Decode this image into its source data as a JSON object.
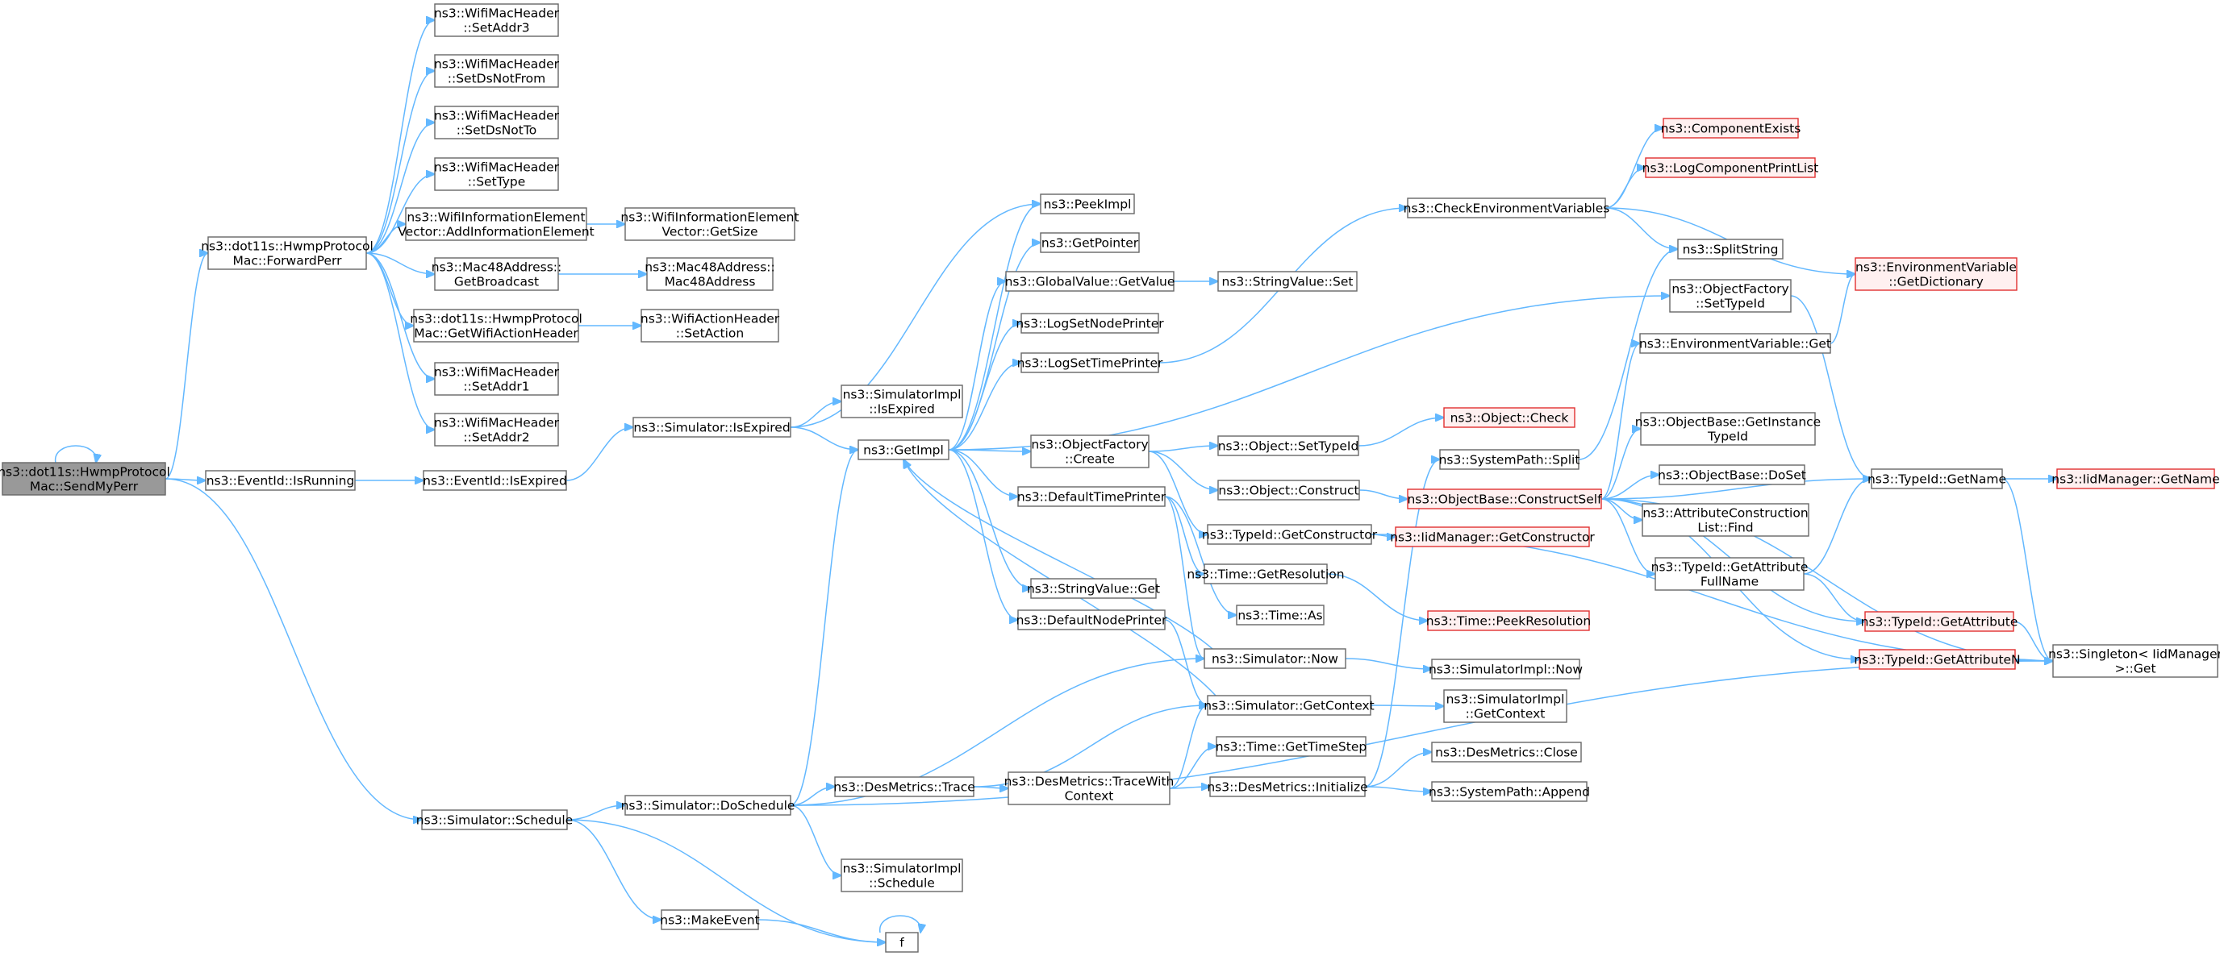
{
  "colors": {
    "edge": "#63b8ff",
    "node_border": "#666666",
    "truncated_border": "#e03030",
    "truncated_fill": "#fff0f0",
    "root_fill": "#999999"
  },
  "nodes": [
    {
      "id": "sendMyPerr",
      "lines": [
        "ns3::dot11s::HwmpProtocol",
        "Mac::SendMyPerr"
      ],
      "style": "root"
    },
    {
      "id": "forwardPerr",
      "lines": [
        "ns3::dot11s::HwmpProtocol",
        "Mac::ForwardPerr"
      ]
    },
    {
      "id": "setAddr3",
      "lines": [
        "ns3::WifiMacHeader",
        "::SetAddr3"
      ]
    },
    {
      "id": "setDsNotFrom",
      "lines": [
        "ns3::WifiMacHeader",
        "::SetDsNotFrom"
      ]
    },
    {
      "id": "setDsNotTo",
      "lines": [
        "ns3::WifiMacHeader",
        "::SetDsNotTo"
      ]
    },
    {
      "id": "setType",
      "lines": [
        "ns3::WifiMacHeader",
        "::SetType"
      ]
    },
    {
      "id": "addInfoElem",
      "lines": [
        "ns3::WifiInformationElement",
        "Vector::AddInformationElement"
      ]
    },
    {
      "id": "getSize",
      "lines": [
        "ns3::WifiInformationElement",
        "Vector::GetSize"
      ]
    },
    {
      "id": "getBroadcast",
      "lines": [
        "ns3::Mac48Address::",
        "GetBroadcast"
      ]
    },
    {
      "id": "mac48ctor",
      "lines": [
        "ns3::Mac48Address::",
        "Mac48Address"
      ]
    },
    {
      "id": "getWifiActionHeader",
      "lines": [
        "ns3::dot11s::HwmpProtocol",
        "Mac::GetWifiActionHeader"
      ]
    },
    {
      "id": "setAction",
      "lines": [
        "ns3::WifiActionHeader",
        "::SetAction"
      ]
    },
    {
      "id": "setAddr1",
      "lines": [
        "ns3::WifiMacHeader",
        "::SetAddr1"
      ]
    },
    {
      "id": "setAddr2",
      "lines": [
        "ns3::WifiMacHeader",
        "::SetAddr2"
      ]
    },
    {
      "id": "eventIsRunning",
      "lines": [
        "ns3::EventId::IsRunning"
      ]
    },
    {
      "id": "eventIsExpired",
      "lines": [
        "ns3::EventId::IsExpired"
      ]
    },
    {
      "id": "simIsExpired",
      "lines": [
        "ns3::Simulator::IsExpired"
      ]
    },
    {
      "id": "simImplIsExpired",
      "lines": [
        "ns3::SimulatorImpl",
        "::IsExpired"
      ]
    },
    {
      "id": "getImpl",
      "lines": [
        "ns3::GetImpl"
      ]
    },
    {
      "id": "peekImpl",
      "lines": [
        "ns3::PeekImpl"
      ]
    },
    {
      "id": "getPointer",
      "lines": [
        "ns3::GetPointer"
      ]
    },
    {
      "id": "globalGetValue",
      "lines": [
        "ns3::GlobalValue::GetValue"
      ]
    },
    {
      "id": "stringValueSet",
      "lines": [
        "ns3::StringValue::Set"
      ]
    },
    {
      "id": "logSetNodePrinter",
      "lines": [
        "ns3::LogSetNodePrinter"
      ]
    },
    {
      "id": "logSetTimePrinter",
      "lines": [
        "ns3::LogSetTimePrinter"
      ]
    },
    {
      "id": "checkEnvVars",
      "lines": [
        "ns3::CheckEnvironmentVariables"
      ]
    },
    {
      "id": "componentExists",
      "lines": [
        "ns3::ComponentExists"
      ],
      "style": "red"
    },
    {
      "id": "logComponentPrintList",
      "lines": [
        "ns3::LogComponentPrintList"
      ],
      "style": "red"
    },
    {
      "id": "splitString",
      "lines": [
        "ns3::SplitString"
      ]
    },
    {
      "id": "envGetDictionary",
      "lines": [
        "ns3::EnvironmentVariable",
        "::GetDictionary"
      ],
      "style": "red"
    },
    {
      "id": "objFactorySetTypeId",
      "lines": [
        "ns3::ObjectFactory",
        "::SetTypeId"
      ]
    },
    {
      "id": "envGet",
      "lines": [
        "ns3::EnvironmentVariable::Get"
      ]
    },
    {
      "id": "objFactoryCreate",
      "lines": [
        "ns3::ObjectFactory",
        "::Create"
      ]
    },
    {
      "id": "objSetTypeId",
      "lines": [
        "ns3::Object::SetTypeId"
      ]
    },
    {
      "id": "objCheck",
      "lines": [
        "ns3::Object::Check"
      ],
      "style": "red"
    },
    {
      "id": "sysPathSplit",
      "lines": [
        "ns3::SystemPath::Split"
      ]
    },
    {
      "id": "objGetInstanceTypeId",
      "lines": [
        "ns3::ObjectBase::GetInstance",
        "TypeId"
      ]
    },
    {
      "id": "objDoSet",
      "lines": [
        "ns3::ObjectBase::DoSet"
      ]
    },
    {
      "id": "objConstruct",
      "lines": [
        "ns3::Object::Construct"
      ]
    },
    {
      "id": "constructSelf",
      "lines": [
        "ns3::ObjectBase::ConstructSelf"
      ],
      "style": "red"
    },
    {
      "id": "typeIdGetName",
      "lines": [
        "ns3::TypeId::GetName"
      ]
    },
    {
      "id": "iidGetName",
      "lines": [
        "ns3::IidManager::GetName"
      ],
      "style": "red"
    },
    {
      "id": "defaultTimePrinter",
      "lines": [
        "ns3::DefaultTimePrinter"
      ]
    },
    {
      "id": "typeIdGetConstructor",
      "lines": [
        "ns3::TypeId::GetConstructor"
      ]
    },
    {
      "id": "iidGetConstructor",
      "lines": [
        "ns3::IidManager::GetConstructor"
      ],
      "style": "red"
    },
    {
      "id": "attrConstructionFind",
      "lines": [
        "ns3::AttributeConstruction",
        "List::Find"
      ]
    },
    {
      "id": "timeGetResolution",
      "lines": [
        "ns3::Time::GetResolution"
      ]
    },
    {
      "id": "getAttrFullName",
      "lines": [
        "ns3::TypeId::GetAttribute",
        "FullName"
      ]
    },
    {
      "id": "stringValueGet",
      "lines": [
        "ns3::StringValue::Get"
      ]
    },
    {
      "id": "timeAs",
      "lines": [
        "ns3::Time::As"
      ]
    },
    {
      "id": "timePeekResolution",
      "lines": [
        "ns3::Time::PeekResolution"
      ],
      "style": "red"
    },
    {
      "id": "defaultNodePrinter",
      "lines": [
        "ns3::DefaultNodePrinter"
      ]
    },
    {
      "id": "typeIdGetAttribute",
      "lines": [
        "ns3::TypeId::GetAttribute"
      ],
      "style": "red"
    },
    {
      "id": "simNow",
      "lines": [
        "ns3::Simulator::Now"
      ]
    },
    {
      "id": "simImplNow",
      "lines": [
        "ns3::SimulatorImpl::Now"
      ]
    },
    {
      "id": "typeIdGetAttributeN",
      "lines": [
        "ns3::TypeId::GetAttributeN"
      ],
      "style": "red"
    },
    {
      "id": "singletonGet",
      "lines": [
        "ns3::Singleton< IidManager",
        ">::Get"
      ]
    },
    {
      "id": "simGetContext",
      "lines": [
        "ns3::Simulator::GetContext"
      ]
    },
    {
      "id": "simImplGetContext",
      "lines": [
        "ns3::SimulatorImpl",
        "::GetContext"
      ]
    },
    {
      "id": "timeGetTimeStep",
      "lines": [
        "ns3::Time::GetTimeStep"
      ]
    },
    {
      "id": "desClose",
      "lines": [
        "ns3::DesMetrics::Close"
      ]
    },
    {
      "id": "desTrace",
      "lines": [
        "ns3::DesMetrics::Trace"
      ]
    },
    {
      "id": "desTraceWithContext",
      "lines": [
        "ns3::DesMetrics::TraceWith",
        "Context"
      ]
    },
    {
      "id": "desInitialize",
      "lines": [
        "ns3::DesMetrics::Initialize"
      ]
    },
    {
      "id": "sysPathAppend",
      "lines": [
        "ns3::SystemPath::Append"
      ]
    },
    {
      "id": "simSchedule",
      "lines": [
        "ns3::Simulator::Schedule"
      ]
    },
    {
      "id": "simDoSchedule",
      "lines": [
        "ns3::Simulator::DoSchedule"
      ]
    },
    {
      "id": "simImplSchedule",
      "lines": [
        "ns3::SimulatorImpl",
        "::Schedule"
      ]
    },
    {
      "id": "makeEvent",
      "lines": [
        "ns3::MakeEvent"
      ]
    },
    {
      "id": "f",
      "lines": [
        "f"
      ]
    }
  ],
  "edges": [
    [
      "sendMyPerr",
      "sendMyPerr"
    ],
    [
      "sendMyPerr",
      "forwardPerr"
    ],
    [
      "sendMyPerr",
      "eventIsRunning"
    ],
    [
      "sendMyPerr",
      "simSchedule"
    ],
    [
      "forwardPerr",
      "setAddr3"
    ],
    [
      "forwardPerr",
      "setDsNotFrom"
    ],
    [
      "forwardPerr",
      "setDsNotTo"
    ],
    [
      "forwardPerr",
      "setType"
    ],
    [
      "forwardPerr",
      "addInfoElem"
    ],
    [
      "forwardPerr",
      "getBroadcast"
    ],
    [
      "forwardPerr",
      "getWifiActionHeader"
    ],
    [
      "forwardPerr",
      "setAddr1"
    ],
    [
      "forwardPerr",
      "setAddr2"
    ],
    [
      "addInfoElem",
      "getSize"
    ],
    [
      "getBroadcast",
      "mac48ctor"
    ],
    [
      "getWifiActionHeader",
      "setAction"
    ],
    [
      "eventIsRunning",
      "eventIsExpired"
    ],
    [
      "eventIsExpired",
      "simIsExpired"
    ],
    [
      "simIsExpired",
      "peekImpl"
    ],
    [
      "simIsExpired",
      "simImplIsExpired"
    ],
    [
      "simIsExpired",
      "getImpl"
    ],
    [
      "getImpl",
      "peekImpl"
    ],
    [
      "getImpl",
      "getPointer"
    ],
    [
      "getImpl",
      "globalGetValue"
    ],
    [
      "getImpl",
      "logSetNodePrinter"
    ],
    [
      "getImpl",
      "logSetTimePrinter"
    ],
    [
      "getImpl",
      "objFactorySetTypeId"
    ],
    [
      "getImpl",
      "objFactoryCreate"
    ],
    [
      "getImpl",
      "defaultTimePrinter"
    ],
    [
      "getImpl",
      "stringValueGet"
    ],
    [
      "getImpl",
      "defaultNodePrinter"
    ],
    [
      "globalGetValue",
      "stringValueSet"
    ],
    [
      "logSetTimePrinter",
      "checkEnvVars"
    ],
    [
      "checkEnvVars",
      "componentExists"
    ],
    [
      "checkEnvVars",
      "logComponentPrintList"
    ],
    [
      "checkEnvVars",
      "splitString"
    ],
    [
      "checkEnvVars",
      "envGetDictionary"
    ],
    [
      "objFactorySetTypeId",
      "typeIdGetName"
    ],
    [
      "envGet",
      "envGetDictionary"
    ],
    [
      "objFactoryCreate",
      "objSetTypeId"
    ],
    [
      "objFactoryCreate",
      "objConstruct"
    ],
    [
      "objFactoryCreate",
      "typeIdGetConstructor"
    ],
    [
      "objSetTypeId",
      "objCheck"
    ],
    [
      "sysPathSplit",
      "splitString"
    ],
    [
      "objConstruct",
      "constructSelf"
    ],
    [
      "constructSelf",
      "envGet"
    ],
    [
      "constructSelf",
      "typeIdGetName"
    ],
    [
      "constructSelf",
      "objGetInstanceTypeId"
    ],
    [
      "constructSelf",
      "objDoSet"
    ],
    [
      "constructSelf",
      "attrConstructionFind"
    ],
    [
      "constructSelf",
      "getAttrFullName"
    ],
    [
      "constructSelf",
      "typeIdGetAttribute"
    ],
    [
      "constructSelf",
      "typeIdGetAttributeN"
    ],
    [
      "constructSelf",
      "singletonGet"
    ],
    [
      "getAttrFullName",
      "typeIdGetName"
    ],
    [
      "getAttrFullName",
      "typeIdGetAttribute"
    ],
    [
      "typeIdGetName",
      "iidGetName"
    ],
    [
      "typeIdGetName",
      "singletonGet"
    ],
    [
      "typeIdGetAttribute",
      "singletonGet"
    ],
    [
      "typeIdGetAttributeN",
      "singletonGet"
    ],
    [
      "defaultTimePrinter",
      "timeGetResolution"
    ],
    [
      "defaultTimePrinter",
      "timeAs"
    ],
    [
      "defaultTimePrinter",
      "simNow"
    ],
    [
      "typeIdGetConstructor",
      "iidGetConstructor"
    ],
    [
      "typeIdGetConstructor",
      "singletonGet"
    ],
    [
      "timeGetResolution",
      "timePeekResolution"
    ],
    [
      "defaultNodePrinter",
      "simGetContext"
    ],
    [
      "simNow",
      "simImplNow"
    ],
    [
      "simNow",
      "getImpl"
    ],
    [
      "simGetContext",
      "simImplGetContext"
    ],
    [
      "simGetContext",
      "getImpl"
    ],
    [
      "simSchedule",
      "simDoSchedule"
    ],
    [
      "simSchedule",
      "makeEvent"
    ],
    [
      "simSchedule",
      "f"
    ],
    [
      "simDoSchedule",
      "getImpl"
    ],
    [
      "simDoSchedule",
      "simNow"
    ],
    [
      "simDoSchedule",
      "desTrace"
    ],
    [
      "simDoSchedule",
      "simImplSchedule"
    ],
    [
      "simDoSchedule",
      "singletonGet"
    ],
    [
      "desTrace",
      "simGetContext"
    ],
    [
      "desTrace",
      "desTraceWithContext"
    ],
    [
      "desTraceWithContext",
      "simGetContext"
    ],
    [
      "desTraceWithContext",
      "timeGetTimeStep"
    ],
    [
      "desTraceWithContext",
      "desInitialize"
    ],
    [
      "desInitialize",
      "sysPathSplit"
    ],
    [
      "desInitialize",
      "desClose"
    ],
    [
      "desInitialize",
      "sysPathAppend"
    ],
    [
      "makeEvent",
      "f"
    ],
    [
      "f",
      "f"
    ]
  ]
}
